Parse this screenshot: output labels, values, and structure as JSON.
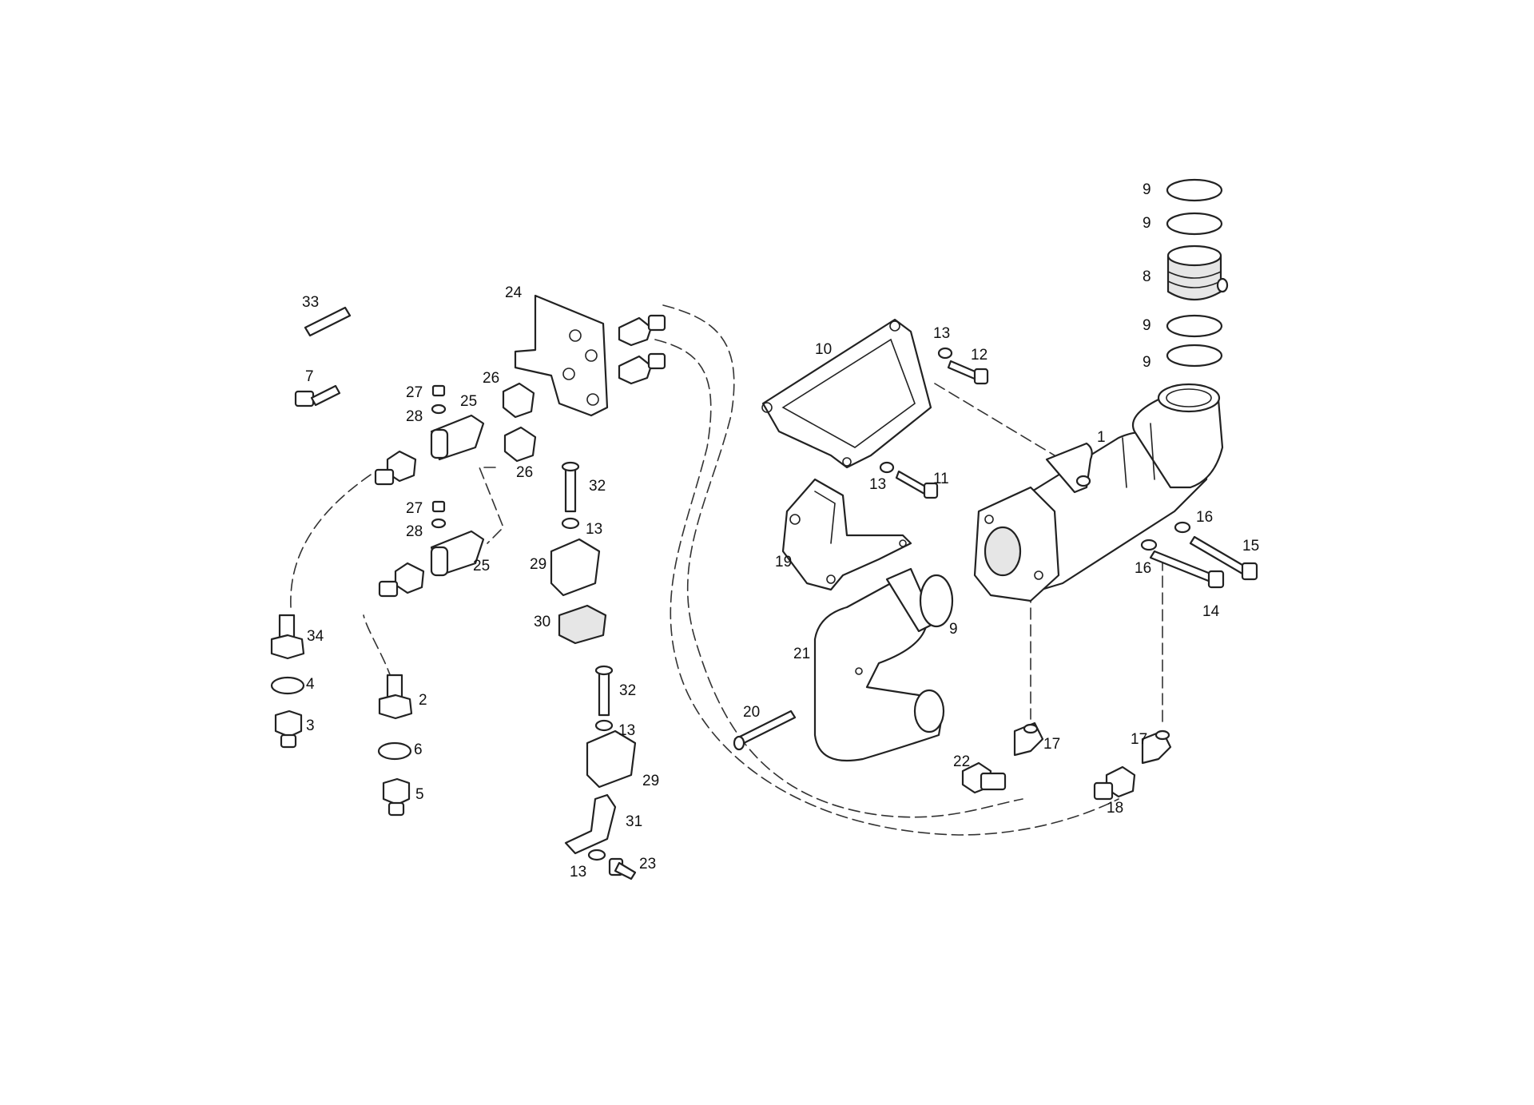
{
  "diagram": {
    "background": "#ffffff",
    "line_color": "#222222",
    "callouts": [
      "1",
      "2",
      "3",
      "4",
      "5",
      "6",
      "7",
      "8",
      "9",
      "10",
      "11",
      "12",
      "13",
      "14",
      "15",
      "16",
      "17",
      "18",
      "19",
      "20",
      "21",
      "22",
      "23",
      "24",
      "25",
      "26",
      "27",
      "28",
      "29",
      "30",
      "31",
      "32",
      "33",
      "34"
    ]
  }
}
